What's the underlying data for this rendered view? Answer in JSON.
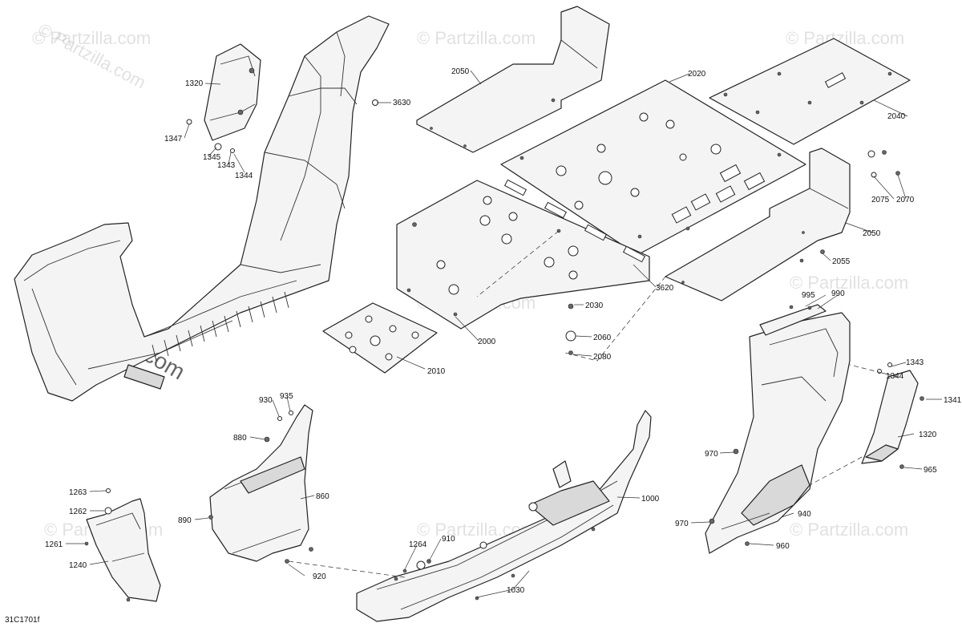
{
  "watermark": {
    "small": "© Partzilla.com",
    "large": "© Partzilla.com"
  },
  "diagram_code": "31C1701f",
  "callouts": {
    "c1320a": "1320",
    "c1347": "1347",
    "c1345": "1345",
    "c1343a": "1343",
    "c1344a": "1344",
    "c3630": "3630",
    "c2050a": "2050",
    "c2020": "2020",
    "c2040": "2040",
    "c2075": "2075",
    "c2070": "2070",
    "c2050b": "2050",
    "c2055": "2055",
    "c3620": "3620",
    "c2030": "2030",
    "c2060": "2060",
    "c2000": "2000",
    "c2080": "2080",
    "c2010": "2010",
    "c995": "995",
    "c990": "990",
    "c1344b": "1344",
    "c1343b": "1343",
    "c1341": "1341",
    "c1320b": "1320",
    "c965": "965",
    "c970a": "970",
    "c940": "940",
    "c970b": "970",
    "c960": "960",
    "c930": "930",
    "c935": "935",
    "c880": "880",
    "c860": "860",
    "c890": "890",
    "c920": "920",
    "c1000": "1000",
    "c910": "910",
    "c1264": "1264",
    "c1030": "1030",
    "c1263": "1263",
    "c1262": "1262",
    "c1261": "1261",
    "c1240": "1240"
  }
}
